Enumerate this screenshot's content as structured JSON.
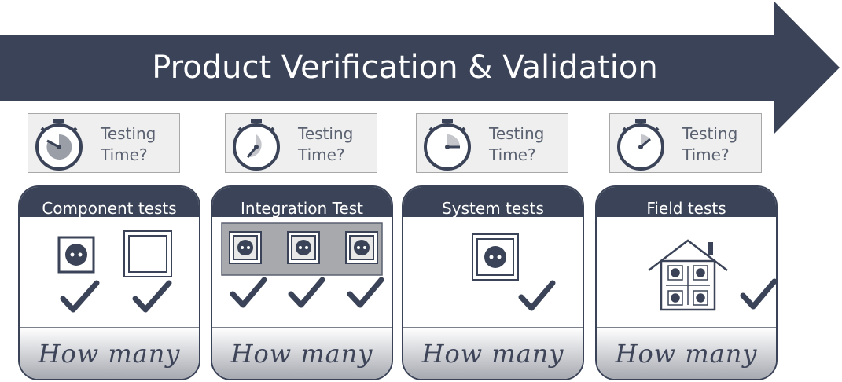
{
  "title": "Product Verification & Validation",
  "colors": {
    "navy": "#3a4357",
    "panel": "#efefef",
    "text_grey": "#5a6170"
  },
  "timers": [
    {
      "label": "Testing\nTime?",
      "icon": "stopwatch-icon"
    },
    {
      "label": "Testing\nTime?",
      "icon": "stopwatch-icon"
    },
    {
      "label": "Testing\nTime?",
      "icon": "stopwatch-icon"
    },
    {
      "label": "Testing\nTime?",
      "icon": "stopwatch-icon"
    }
  ],
  "stages": [
    {
      "title": "Component tests",
      "footer": "How many"
    },
    {
      "title": "Integration Test",
      "footer": "How many"
    },
    {
      "title": "System tests",
      "footer": "How many"
    },
    {
      "title": "Field tests",
      "footer": "How many"
    }
  ]
}
